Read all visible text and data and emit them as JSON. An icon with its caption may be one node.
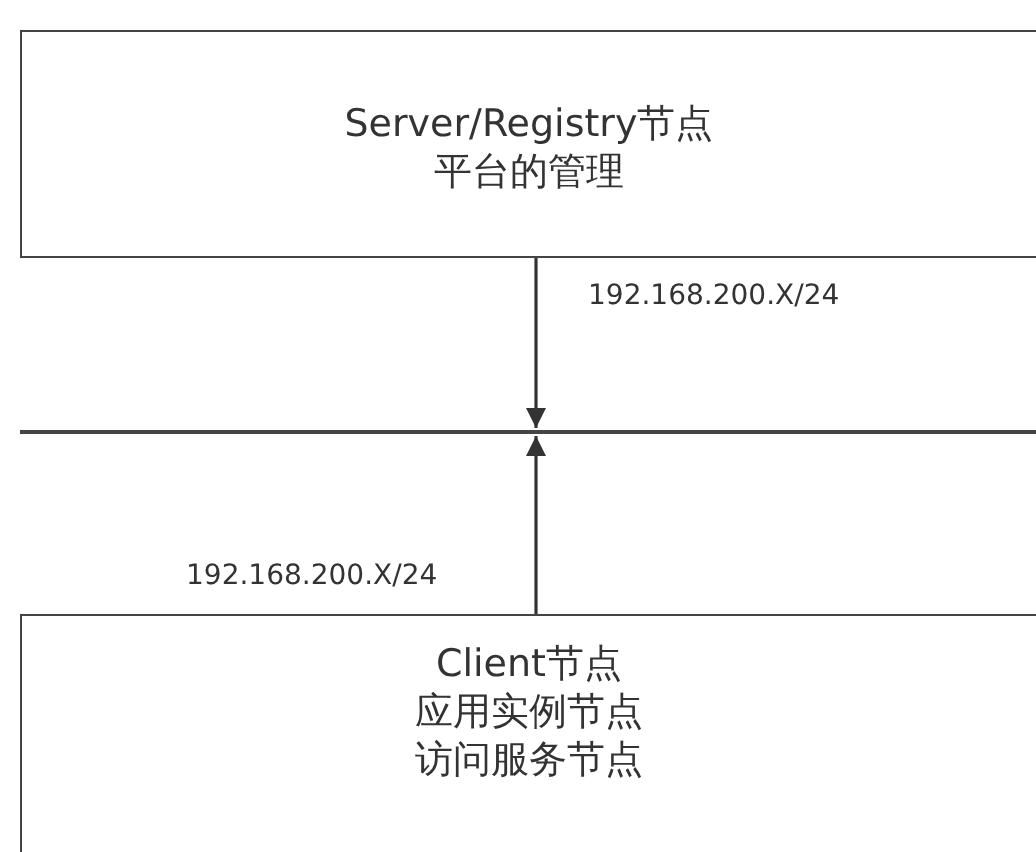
{
  "diagram": {
    "nodes": [
      {
        "text": [
          "Server/Registry节点",
          "平台的管理"
        ]
      },
      {
        "text": [],
        "shape": "bar"
      },
      {
        "text": [
          "Client节点",
          "应用实例节点",
          "访问服务节点"
        ]
      }
    ],
    "edges": [
      {
        "from": 0,
        "to": 1,
        "arrow": "to",
        "label": "192.168.200.X/24"
      },
      {
        "from": 2,
        "to": 1,
        "arrow": "to",
        "label": "192.168.200.X/24"
      }
    ]
  }
}
